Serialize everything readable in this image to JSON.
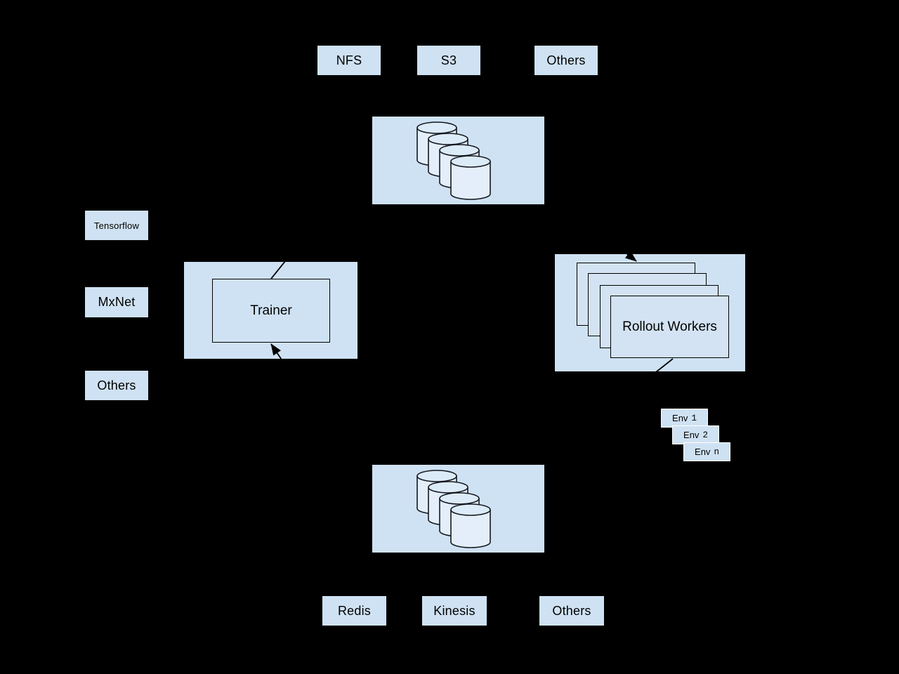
{
  "diagram": {
    "storage_top": {
      "items": [
        "NFS",
        "S3",
        "Others"
      ]
    },
    "frameworks": {
      "items": [
        "Tensorflow",
        "MxNet",
        "Others"
      ]
    },
    "trainer": {
      "label": "Trainer"
    },
    "rollout": {
      "label": "Rollout Workers"
    },
    "environments": {
      "items": [
        {
          "prefix": "Env",
          "index": "1"
        },
        {
          "prefix": "Env",
          "index": "2"
        },
        {
          "prefix": "Env",
          "index": "n"
        }
      ]
    },
    "storage_bottom": {
      "items": [
        "Redis",
        "Kinesis",
        "Others"
      ]
    }
  },
  "icons": {
    "database_cluster": "four overlapping database cylinders"
  },
  "colors": {
    "background": "#000000",
    "node_fill": "#cfe2f3",
    "stacked_card_fill": "#d3e3f3",
    "cylinder_body_fill": "#e3eefa",
    "cylinder_top_fill": "#dcebf8",
    "outline": "#000000",
    "env_border": "#ffffff",
    "text": "#000000"
  }
}
